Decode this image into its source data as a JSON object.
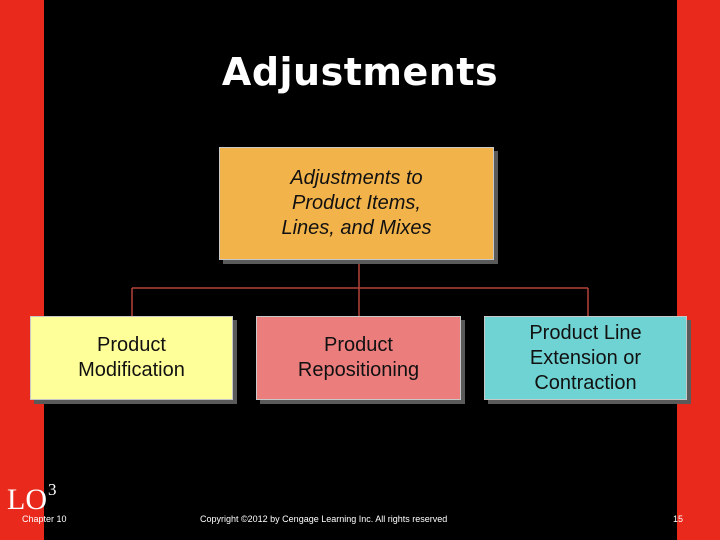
{
  "slide": {
    "title": "Adjustments",
    "lo_label": "LO",
    "lo_number": "3",
    "footer": {
      "chapter": "Chapter 10",
      "copyright": "Copyright ©2012 by Cengage Learning Inc. All rights reserved",
      "page_number": "15"
    }
  },
  "diagram": {
    "root": {
      "lines": [
        "Adjustments to",
        "Product Items,",
        "Lines, and Mixes"
      ],
      "color": "#f2b34b"
    },
    "children": [
      {
        "lines": [
          "Product",
          "Modification"
        ],
        "color": "#ffff99"
      },
      {
        "lines": [
          "Product",
          "Repositioning"
        ],
        "color": "#eb7d7d"
      },
      {
        "lines": [
          "Product Line",
          "Extension or",
          "Contraction"
        ],
        "color": "#6fd3d3"
      }
    ],
    "connector_color": "#b5423a"
  },
  "colors": {
    "background": "#000000",
    "side_bars": "#e8291c"
  }
}
